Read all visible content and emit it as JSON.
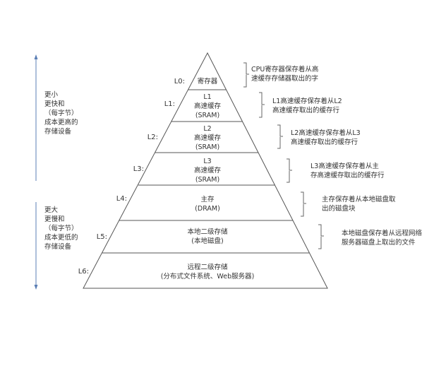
{
  "left_axis": {
    "top_text": [
      "更小",
      "更快和",
      "（每字节）",
      "成本更高的",
      "存储设备"
    ],
    "bottom_text": [
      "更大",
      "更慢和",
      "（每字节）",
      "成本更低的",
      "存储设备"
    ]
  },
  "levels": [
    {
      "label": "L0:",
      "lines": [
        "寄存器"
      ],
      "note": [
        "CPU寄存器保存着从高",
        "速缓存存储器取出的字"
      ]
    },
    {
      "label": "L1:",
      "lines": [
        "L1",
        "高速缓存",
        "(SRAM)"
      ],
      "note": [
        "L1高速缓存保存着从L2",
        "高速缓存取出的缓存行"
      ]
    },
    {
      "label": "L2:",
      "lines": [
        "L2",
        "高速缓存",
        "(SRAM)"
      ],
      "note": [
        "L2高速缓存保存着从L3",
        "高速缓存取出的缓存行"
      ]
    },
    {
      "label": "L3:",
      "lines": [
        "L3",
        "高速缓存",
        "(SRAM)"
      ],
      "note": [
        "L3高速缓存保存着从主",
        "存高速缓存取出的缓存行"
      ]
    },
    {
      "label": "L4:",
      "lines": [
        "主存",
        "(DRAM)"
      ],
      "note": [
        "主存保存着从本地磁盘取",
        "出的磁盘块"
      ]
    },
    {
      "label": "L5:",
      "lines": [
        "本地二级存储",
        "(本地磁盘)"
      ],
      "note": [
        "本地磁盘保存着从远程网络",
        "服务器磁盘上取出的文件"
      ]
    },
    {
      "label": "L6:",
      "lines": [
        "远程二级存储",
        "(分布式文件系统、Web服务器)"
      ]
    }
  ]
}
